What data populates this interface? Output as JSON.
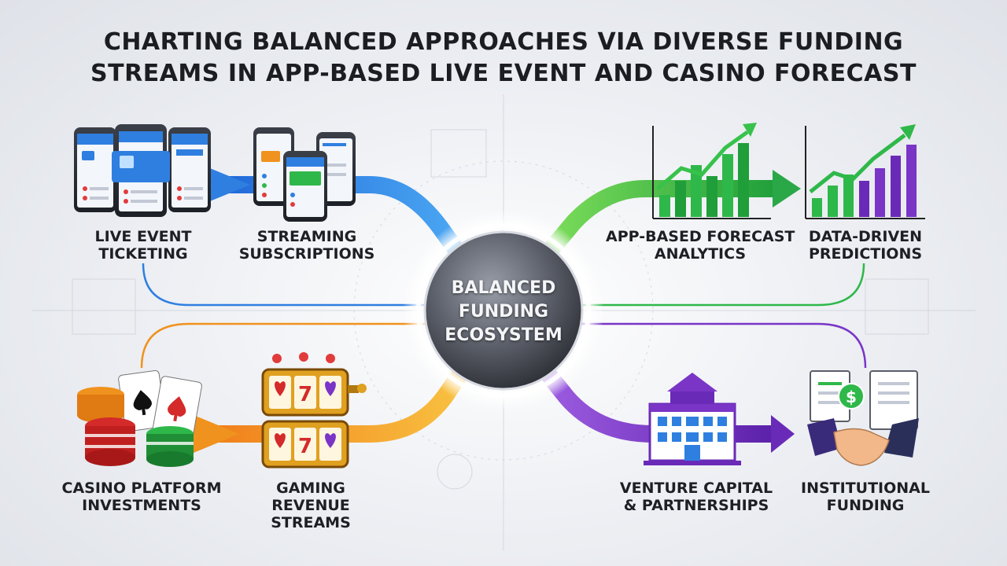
{
  "title": {
    "line1": "CHARTING BALANCED APPROACHES VIA DIVERSE FUNDING",
    "line2": "STREAMS IN APP-BASED LIVE EVENT AND CASINO FORECAST"
  },
  "hub": {
    "line1": "BALANCED",
    "line2": "FUNDING",
    "line3": "ECOSYSTEM"
  },
  "nodes": {
    "live_event": {
      "line1": "LIVE EVENT",
      "line2": "TICKETING"
    },
    "streaming": {
      "line1": "STREAMING",
      "line2": "SUBSCRIPTIONS"
    },
    "forecast": {
      "line1": "APP-BASED FORECAST",
      "line2": "ANALYTICS"
    },
    "predictions": {
      "line1": "DATA-DRIVEN",
      "line2": "PREDICTIONS"
    },
    "casino": {
      "line1": "CASINO PLATFORM",
      "line2": "INVESTMENTS"
    },
    "gaming": {
      "line1": "GAMING",
      "line2": "REVENUE",
      "line3": "STREAMS"
    },
    "venture": {
      "line1": "VENTURE CAPITAL",
      "line2": "& PARTNERSHIPS"
    },
    "institutional": {
      "line1": "INSTITUTIONAL",
      "line2": "FUNDING"
    }
  },
  "colors": {
    "blue": "#2f7fe0",
    "green": "#2fb84a",
    "orange": "#f0921e",
    "purple": "#7a35c7"
  }
}
